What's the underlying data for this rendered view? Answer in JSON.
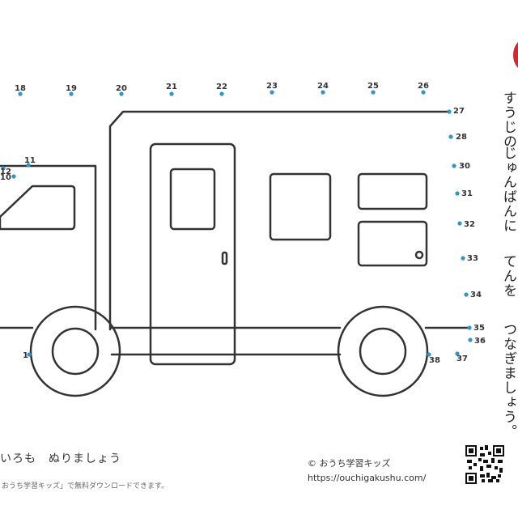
{
  "instructions": {
    "line1": "すうじの",
    "line2": "じゅんばんに",
    "line3": "てんを",
    "line4": "つなぎましょう。"
  },
  "footer": {
    "coloring_prompt": "いろも　ぬりましょう",
    "copyright": "© おうち学習キッズ",
    "url": "https://ouchigakushu.com/",
    "download_note": "おうち学習キッズ」で無料ダウンロードできます。"
  },
  "colors": {
    "dot": "#2f97c7",
    "line": "#333333",
    "accent": "#d8262f"
  },
  "dots": [
    {
      "label": "1"
    },
    {
      "label": "10"
    },
    {
      "label": "11"
    },
    {
      "label": "12"
    },
    {
      "label": "18"
    },
    {
      "label": "19"
    },
    {
      "label": "20"
    },
    {
      "label": "21"
    },
    {
      "label": "22"
    },
    {
      "label": "23"
    },
    {
      "label": "24"
    },
    {
      "label": "25"
    },
    {
      "label": "26"
    },
    {
      "label": "27"
    },
    {
      "label": "28"
    },
    {
      "label": "30"
    },
    {
      "label": "31"
    },
    {
      "label": "32"
    },
    {
      "label": "33"
    },
    {
      "label": "34"
    },
    {
      "label": "35"
    },
    {
      "label": "36"
    },
    {
      "label": "37"
    },
    {
      "label": "38"
    }
  ],
  "icons": [
    "qr-code-icon",
    "red-circle-icon"
  ]
}
